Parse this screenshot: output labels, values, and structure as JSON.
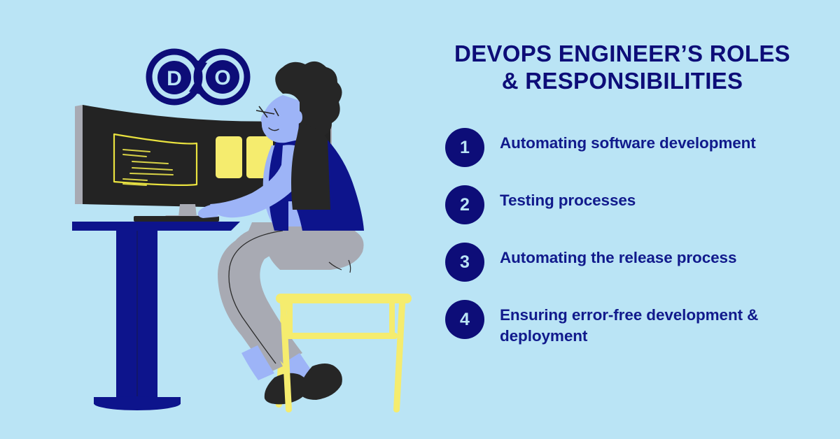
{
  "meta": {
    "background_color": "#bae4f5",
    "navy": "#0d0d78",
    "deep_navy": "#111a8c",
    "yellow": "#f5ec6e",
    "screen_dark": "#232323",
    "skin": "#9db4f7",
    "hair": "#262626",
    "trousers": "#a8aab3",
    "bezel_gray": "#a8aab3"
  },
  "header": {
    "title_line_1": "DEVOPS ENGINEER’S ROLES",
    "title_line_2": "& RESPONSIBILITIES"
  },
  "logo": {
    "name": "devops-infinity-logo",
    "left_letter": "D",
    "right_letter": "O"
  },
  "list": {
    "items": [
      {
        "number": "1",
        "text": "Automating software development"
      },
      {
        "number": "2",
        "text": "Testing processes"
      },
      {
        "number": "3",
        "text": "Automating the release process"
      },
      {
        "number": "4",
        "text": "Ensuring error-free development & deployment"
      }
    ]
  },
  "illustration": {
    "description": "Developer seated on a yellow stool at a navy desk working on a wide curved monitor",
    "monitor": {
      "code_window_lines": 7,
      "yellow_panels": 2
    }
  }
}
